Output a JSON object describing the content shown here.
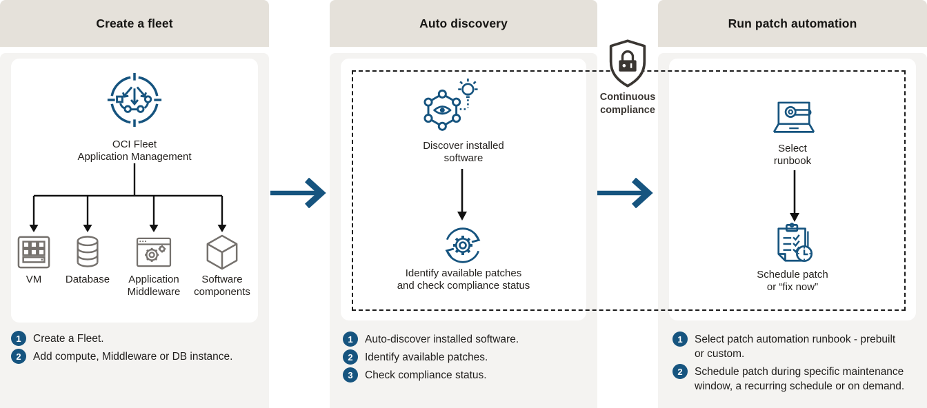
{
  "colors": {
    "accent_blue": "#16547f",
    "icon_gray": "#75716d",
    "shield_charcoal": "#3a3632",
    "header_band": "#e5e1da",
    "panel_background": "#f4f3f1",
    "card_background": "#ffffff",
    "dashed_line": "#1a1a1a"
  },
  "columns": [
    {
      "title": "Create a fleet",
      "main_node": {
        "icon": "fleet-management-icon",
        "label": "OCI Fleet\nApplication Management"
      },
      "children": [
        {
          "icon": "vm-icon",
          "label": "VM"
        },
        {
          "icon": "database-icon",
          "label": "Database"
        },
        {
          "icon": "application-middleware-icon",
          "label": "Application\nMiddleware"
        },
        {
          "icon": "software-components-icon",
          "label": "Software\ncomponents"
        }
      ],
      "steps": [
        {
          "num": "1",
          "text": "Create a Fleet."
        },
        {
          "num": "2",
          "text": "Add compute, Middleware or DB instance."
        }
      ]
    },
    {
      "title": "Auto discovery",
      "nodes": [
        {
          "icon": "discover-software-icon",
          "label": "Discover installed\nsoftware"
        },
        {
          "icon": "identify-patches-icon",
          "label": "Identify available patches\nand check compliance status"
        }
      ],
      "steps": [
        {
          "num": "1",
          "text": "Auto-discover installed software."
        },
        {
          "num": "2",
          "text": "Identify available patches."
        },
        {
          "num": "3",
          "text": "Check compliance status."
        }
      ]
    },
    {
      "title": "Run patch automation",
      "nodes": [
        {
          "icon": "select-runbook-icon",
          "label": "Select\nrunbook"
        },
        {
          "icon": "schedule-patch-icon",
          "label": "Schedule patch\nor “fix now”"
        }
      ],
      "steps": [
        {
          "num": "1",
          "text": "Select patch automation runbook - prebuilt\nor custom."
        },
        {
          "num": "2",
          "text": "Schedule patch during specific maintenance\nwindow, a recurring schedule or on demand."
        }
      ]
    }
  ],
  "compliance_badge": {
    "icon": "shield-lock-icon",
    "label": "Continuous\ncompliance"
  }
}
